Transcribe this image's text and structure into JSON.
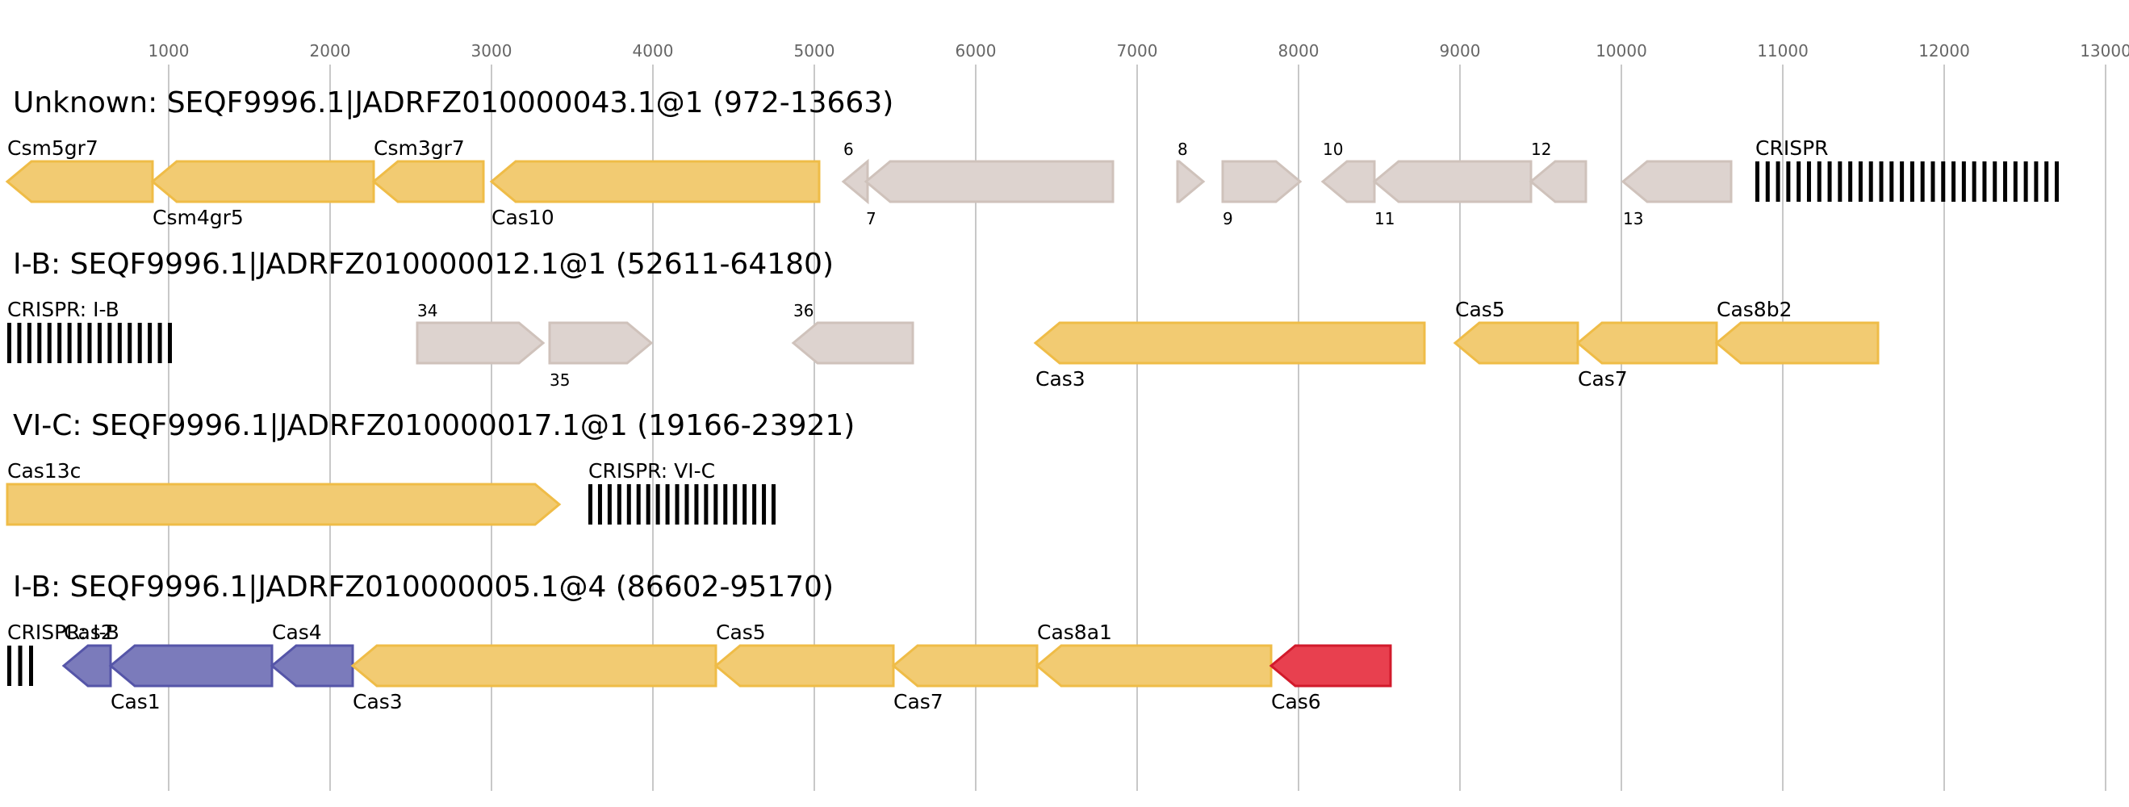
{
  "colors": {
    "grid": "#c8c8c8",
    "cas": "#f2cb72",
    "cas_stroke": "#efbc47",
    "other": "#ddd3cf",
    "other_stroke": "#cfc2bb",
    "adaptation": "#7b7bbb",
    "adaptation_stroke": "#5555a8",
    "cas6": "#e8404f",
    "cas6_stroke": "#d21a2b",
    "crispr": "#000000"
  },
  "axis": {
    "ticks": [
      "1000",
      "2000",
      "3000",
      "4000",
      "5000",
      "6000",
      "7000",
      "8000",
      "9000",
      "10000",
      "11000",
      "12000",
      "13000"
    ]
  },
  "tracks": [
    {
      "title": "Unknown: SEQF9996.1|JADRFZ010000043.1@1 (972-13663)",
      "features": [
        {
          "kind": "gene",
          "cls": "cas",
          "dir": -1,
          "start": 0,
          "end": 900,
          "label": "Csm5gr7",
          "pos": "above"
        },
        {
          "kind": "gene",
          "cls": "cas",
          "dir": -1,
          "start": 900,
          "end": 2270,
          "label": "Csm4gr5",
          "pos": "below"
        },
        {
          "kind": "gene",
          "cls": "cas",
          "dir": -1,
          "start": 2270,
          "end": 2950,
          "label": "Csm3gr7",
          "pos": "above"
        },
        {
          "kind": "gene",
          "cls": "cas",
          "dir": -1,
          "start": 3000,
          "end": 5030,
          "label": "Cas10",
          "pos": "below"
        },
        {
          "kind": "gene",
          "cls": "other",
          "dir": -1,
          "start": 5180,
          "end": 5330,
          "label": "6",
          "pos": "above"
        },
        {
          "kind": "gene",
          "cls": "other",
          "dir": -1,
          "start": 5320,
          "end": 6850,
          "label": "7",
          "pos": "below"
        },
        {
          "kind": "gene",
          "cls": "other",
          "dir": 1,
          "start": 7250,
          "end": 7410,
          "label": "8",
          "pos": "above"
        },
        {
          "kind": "gene",
          "cls": "other",
          "dir": 1,
          "start": 7530,
          "end": 8010,
          "label": "9",
          "pos": "below"
        },
        {
          "kind": "gene",
          "cls": "other",
          "dir": -1,
          "start": 8150,
          "end": 8470,
          "label": "10",
          "pos": "above"
        },
        {
          "kind": "gene",
          "cls": "other",
          "dir": -1,
          "start": 8470,
          "end": 9440,
          "label": "11",
          "pos": "below"
        },
        {
          "kind": "gene",
          "cls": "other",
          "dir": -1,
          "start": 9440,
          "end": 9780,
          "label": "12",
          "pos": "above"
        },
        {
          "kind": "gene",
          "cls": "other",
          "dir": -1,
          "start": 10010,
          "end": 10680,
          "label": "13",
          "pos": "below"
        },
        {
          "kind": "crispr",
          "start": 10830,
          "end": 12710,
          "label": "CRISPR",
          "repeats": 30
        }
      ]
    },
    {
      "title": "I-B: SEQF9996.1|JADRFZ010000012.1@1 (52611-64180)",
      "features": [
        {
          "kind": "crispr",
          "start": 0,
          "end": 1020,
          "label": "CRISPR: I-B",
          "repeats": 17
        },
        {
          "kind": "gene",
          "cls": "other",
          "dir": 1,
          "start": 2540,
          "end": 3320,
          "label": "34",
          "pos": "above"
        },
        {
          "kind": "gene",
          "cls": "other",
          "dir": 1,
          "start": 3360,
          "end": 3990,
          "label": "35",
          "pos": "below"
        },
        {
          "kind": "gene",
          "cls": "other",
          "dir": -1,
          "start": 4870,
          "end": 5610,
          "label": "36",
          "pos": "above"
        },
        {
          "kind": "gene",
          "cls": "cas",
          "dir": -1,
          "start": 6370,
          "end": 8780,
          "label": "Cas3",
          "pos": "below"
        },
        {
          "kind": "gene",
          "cls": "cas",
          "dir": -1,
          "start": 8970,
          "end": 9730,
          "label": "Cas5",
          "pos": "above"
        },
        {
          "kind": "gene",
          "cls": "cas",
          "dir": -1,
          "start": 9730,
          "end": 10590,
          "label": "Cas7",
          "pos": "below"
        },
        {
          "kind": "gene",
          "cls": "cas",
          "dir": -1,
          "start": 10590,
          "end": 11590,
          "label": "Cas8b2",
          "pos": "above"
        }
      ]
    },
    {
      "title": "VI-C: SEQF9996.1|JADRFZ010000017.1@1 (19166-23921)",
      "features": [
        {
          "kind": "gene",
          "cls": "cas",
          "dir": 1,
          "start": 0,
          "end": 3420,
          "label": "Cas13c",
          "pos": "above"
        },
        {
          "kind": "crispr",
          "start": 3600,
          "end": 4760,
          "label": "CRISPR: VI-C",
          "repeats": 20
        }
      ]
    },
    {
      "title": "I-B: SEQF9996.1|JADRFZ010000005.1@4 (86602-95170)",
      "features": [
        {
          "kind": "crispr",
          "start": 0,
          "end": 160,
          "label": "CRISPR: I-B",
          "repeats": 3
        },
        {
          "kind": "gene",
          "cls": "adaptation",
          "dir": -1,
          "start": 350,
          "end": 640,
          "label": "Cas2",
          "pos": "above"
        },
        {
          "kind": "gene",
          "cls": "adaptation",
          "dir": -1,
          "start": 640,
          "end": 1640,
          "label": "Cas1",
          "pos": "below"
        },
        {
          "kind": "gene",
          "cls": "adaptation",
          "dir": -1,
          "start": 1640,
          "end": 2140,
          "label": "Cas4",
          "pos": "above"
        },
        {
          "kind": "gene",
          "cls": "cas",
          "dir": -1,
          "start": 2140,
          "end": 4390,
          "label": "Cas3",
          "pos": "below"
        },
        {
          "kind": "gene",
          "cls": "cas",
          "dir": -1,
          "start": 4390,
          "end": 5490,
          "label": "Cas5",
          "pos": "above"
        },
        {
          "kind": "gene",
          "cls": "cas",
          "dir": -1,
          "start": 5490,
          "end": 6380,
          "label": "Cas7",
          "pos": "below"
        },
        {
          "kind": "gene",
          "cls": "cas",
          "dir": -1,
          "start": 6380,
          "end": 7830,
          "label": "Cas8a1",
          "pos": "above"
        },
        {
          "kind": "gene",
          "cls": "cas6",
          "dir": -1,
          "start": 7830,
          "end": 8570,
          "label": "Cas6",
          "pos": "below"
        }
      ]
    }
  ]
}
